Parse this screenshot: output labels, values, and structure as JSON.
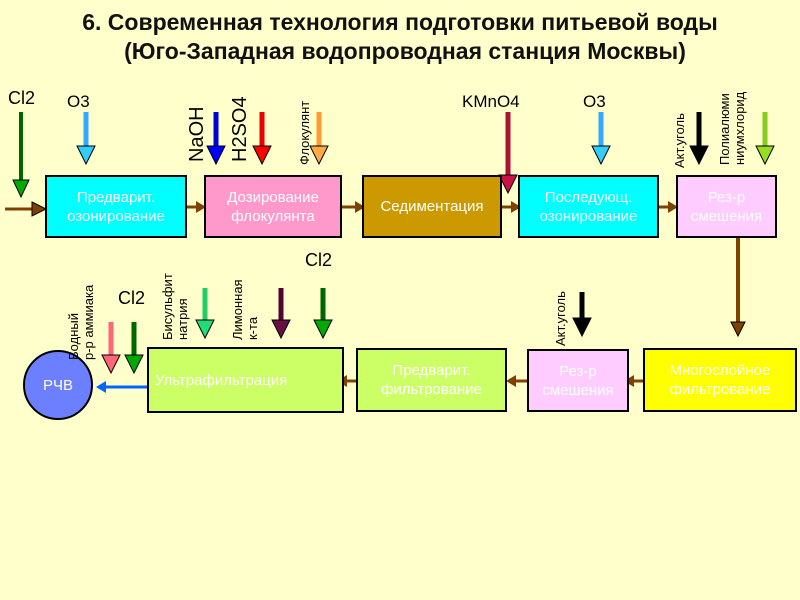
{
  "title": {
    "line1": "6. Современная технология подготовки питьевой воды",
    "line2": "(Юго-Западная водопроводная станция Москвы)"
  },
  "boxes": {
    "pre_ozonation": "Предварит.\nозонирование",
    "flocculant_dosing": "Дозирование\nфлокулянта",
    "sedimentation": "Седиментация",
    "post_ozonation": "Последующ.\nозонирование",
    "mixing_tank_1": "Рез-р\nсмешения",
    "multilayer_filtration": "Многослойное\nфильтрование",
    "mixing_tank_2": "Рез-р\nсмешения",
    "pre_filtration": "Предварит.\nфильтрование",
    "ultrafiltration": "Ультрафильтрация",
    "clean_water_tank": "РЧВ"
  },
  "reagents": {
    "cl2_top": "Cl2",
    "o3_first": "O3",
    "naoh": "NaOH",
    "h2so4": "H2SO4",
    "flocculant": "Флокулянт",
    "kmno4": "KMnO4",
    "o3_second": "O3",
    "activated_carbon_1": "Акт.уголь",
    "polyaluminium": "Полиалюми\nниумхлорид",
    "activated_carbon_2": "Акт.уголь",
    "cl2_right": "Cl2",
    "lemon_acid": "Лимонная\nк-та",
    "bisulfite": "Бисульфит\nнатрия",
    "cl2_left": "Cl2",
    "ammonia": "Водный\nр-р аммиака"
  },
  "colors": {
    "background": "#ffffcc",
    "cyan_box": "#00ffff",
    "pink_box": "#ff99cc",
    "brown_box": "#cc9900",
    "lilac_box": "#ffccff",
    "yellow_box": "#ffff00",
    "flow_arrow": "#804000",
    "return_arrow": "#0066ff",
    "tank": "#6b7fff"
  }
}
